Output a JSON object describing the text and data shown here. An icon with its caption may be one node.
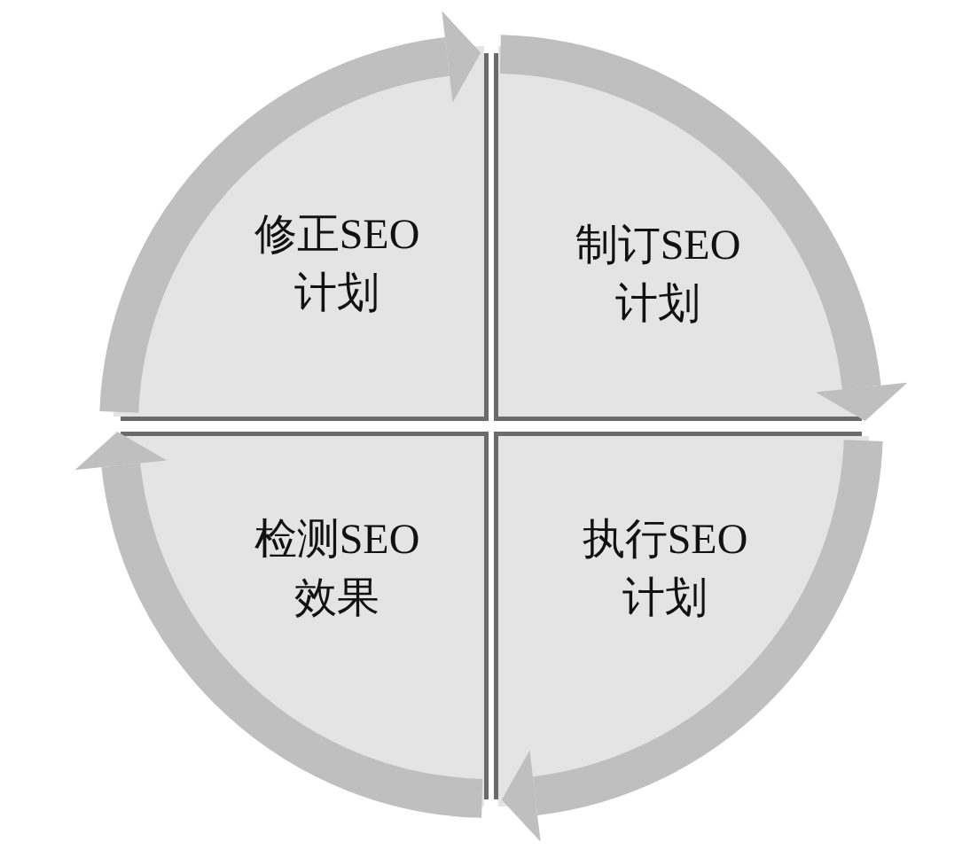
{
  "diagram": {
    "nodes": [
      {
        "text": [
          "修正SEO计划"
        ]
      },
      {
        "text": [
          "制订SEO计划"
        ]
      },
      {
        "text": [
          "检测SEO效果"
        ]
      },
      {
        "text": [
          "执行SEO计划"
        ]
      }
    ],
    "edges": [
      {
        "from": 1,
        "to": 3,
        "arrow": "to"
      },
      {
        "from": 3,
        "to": 2,
        "arrow": "to"
      },
      {
        "from": 2,
        "to": 0,
        "arrow": "to"
      },
      {
        "from": 0,
        "to": 1,
        "arrow": "to"
      }
    ]
  }
}
